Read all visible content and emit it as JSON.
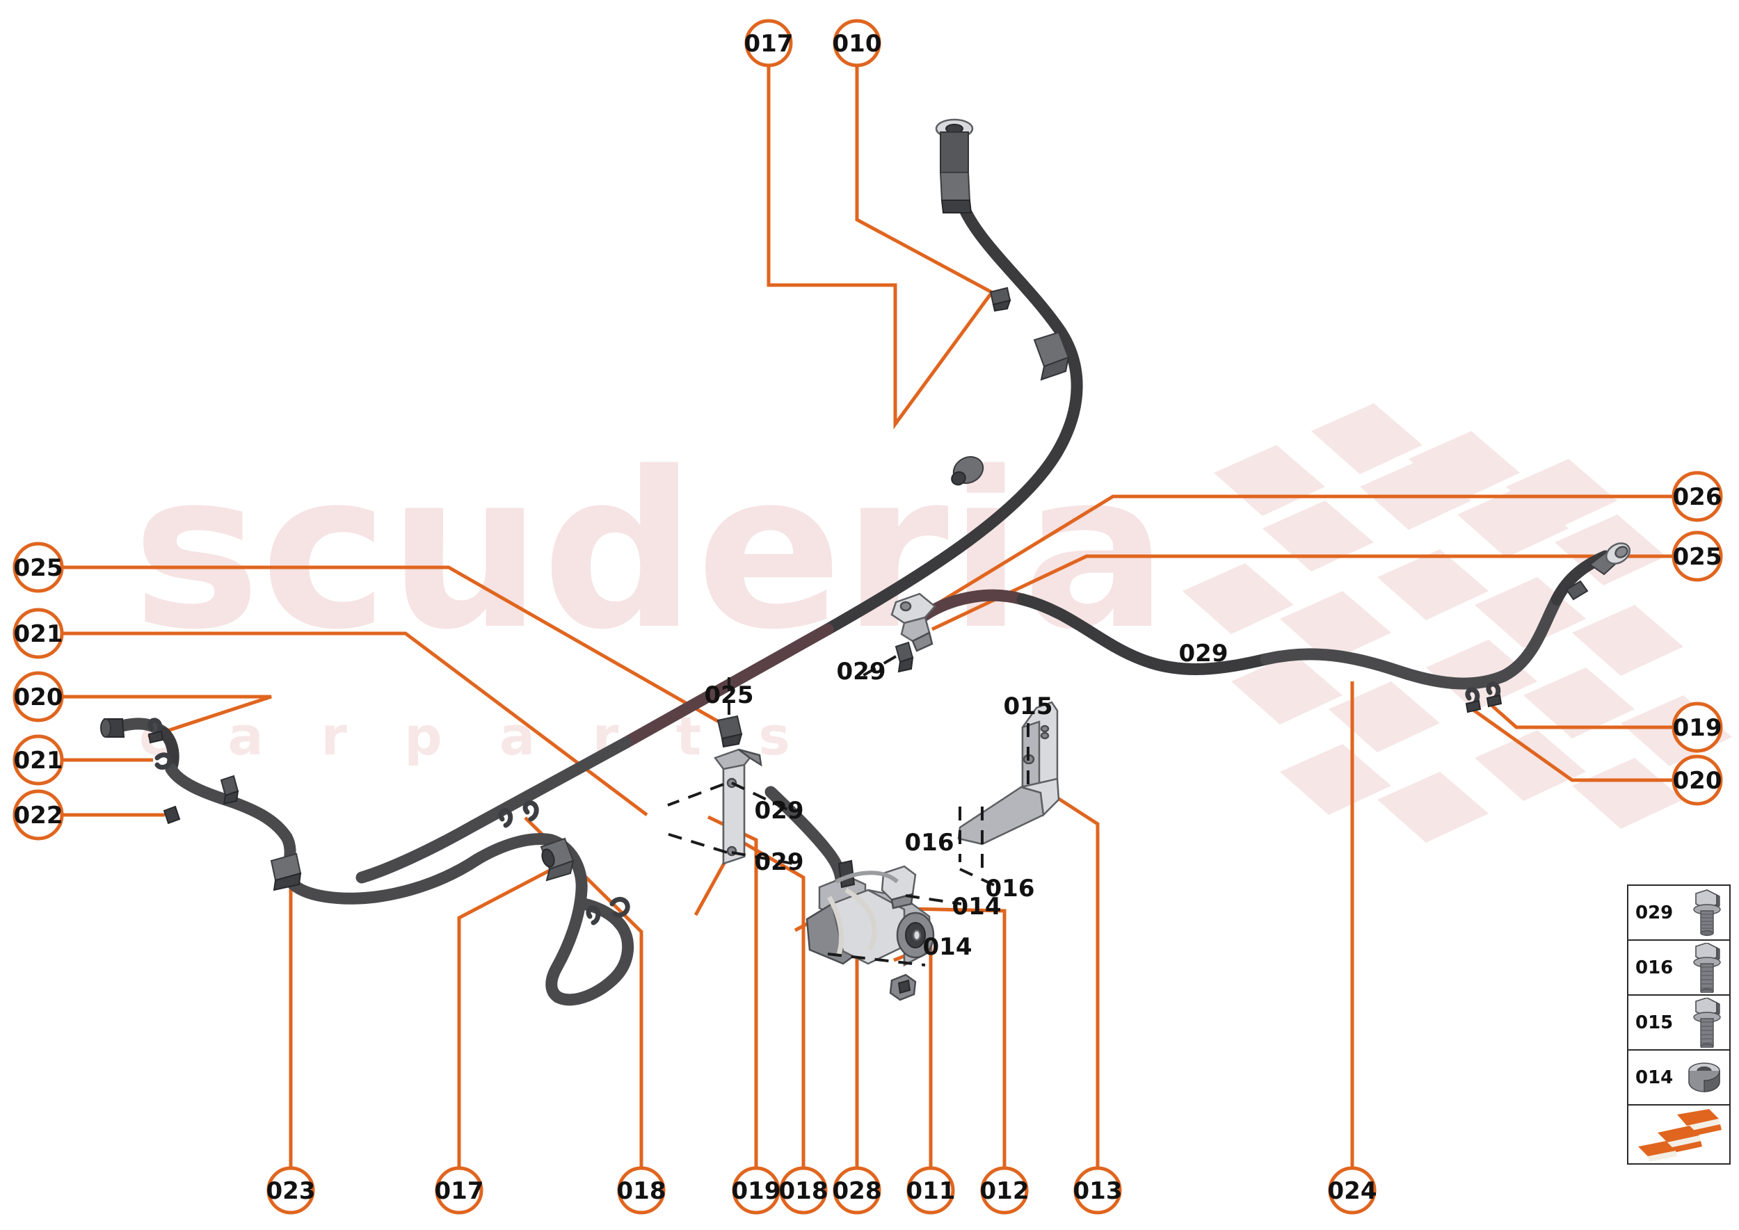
{
  "diagram": {
    "title": "Water cooling system hoses and pipes exploded parts diagram",
    "accent_color": "#e0651f",
    "watermark": {
      "word": "scuderia",
      "subtitle": "c a r  p a r t s",
      "color": "#f6e3e3",
      "flag": "checkered-flag"
    }
  },
  "callouts_top": [
    {
      "id": "c-017-top",
      "number": "017"
    },
    {
      "id": "c-010-top",
      "number": "010"
    }
  ],
  "callouts_left": [
    {
      "id": "c-025-left",
      "number": "025"
    },
    {
      "id": "c-021-left-a",
      "number": "021"
    },
    {
      "id": "c-020-left",
      "number": "020"
    },
    {
      "id": "c-021-left-b",
      "number": "021"
    },
    {
      "id": "c-022-left",
      "number": "022"
    }
  ],
  "callouts_right": [
    {
      "id": "c-026-right",
      "number": "026"
    },
    {
      "id": "c-025-right",
      "number": "025"
    },
    {
      "id": "c-019-right",
      "number": "019"
    },
    {
      "id": "c-020-right",
      "number": "020"
    }
  ],
  "callouts_bottom": [
    {
      "id": "c-023",
      "number": "023"
    },
    {
      "id": "c-017-bottom",
      "number": "017"
    },
    {
      "id": "c-018-a",
      "number": "018"
    },
    {
      "id": "c-019-bottom",
      "number": "019"
    },
    {
      "id": "c-018-b",
      "number": "018"
    },
    {
      "id": "c-028",
      "number": "028"
    },
    {
      "id": "c-011",
      "number": "011"
    },
    {
      "id": "c-012",
      "number": "012"
    },
    {
      "id": "c-013",
      "number": "013"
    },
    {
      "id": "c-024",
      "number": "024"
    }
  ],
  "inline_labels": [
    {
      "id": "lbl-029-bracket",
      "number": "029"
    },
    {
      "id": "lbl-029-hose",
      "number": "029"
    },
    {
      "id": "lbl-025-mid",
      "number": "025"
    },
    {
      "id": "lbl-029-rail-a",
      "number": "029"
    },
    {
      "id": "lbl-029-rail-b",
      "number": "029"
    },
    {
      "id": "lbl-015-bracket",
      "number": "015"
    },
    {
      "id": "lbl-016-left",
      "number": "016"
    },
    {
      "id": "lbl-016-right",
      "number": "016"
    },
    {
      "id": "lbl-014-upper",
      "number": "014"
    },
    {
      "id": "lbl-014-lower",
      "number": "014"
    }
  ],
  "legend": {
    "rows": [
      {
        "number": "029",
        "art": "flange-bolt-icon"
      },
      {
        "number": "016",
        "art": "flange-bolt-icon"
      },
      {
        "number": "015",
        "art": "flange-bolt-icon"
      },
      {
        "number": "014",
        "art": "flange-nut-icon"
      }
    ],
    "logo": {
      "art": "scuderia-logo-icon",
      "color": "#e0651f"
    }
  }
}
